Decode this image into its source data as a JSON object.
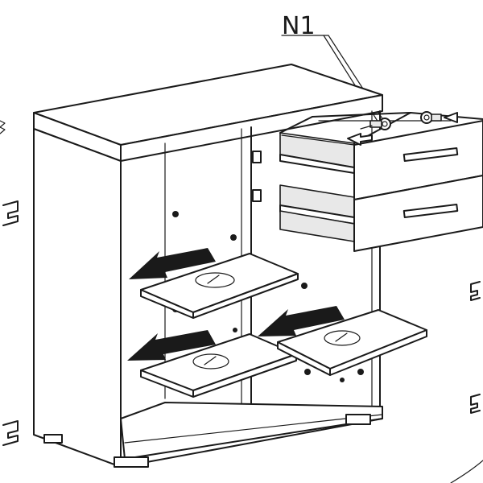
{
  "callout": {
    "label": "N1"
  },
  "colors": {
    "line": "#1a1a1a",
    "background": "#ffffff",
    "shade": "#e8e8e8"
  },
  "parts": {
    "drawer_count": 2,
    "shelf_count": 3,
    "insert_arrows": 3
  }
}
